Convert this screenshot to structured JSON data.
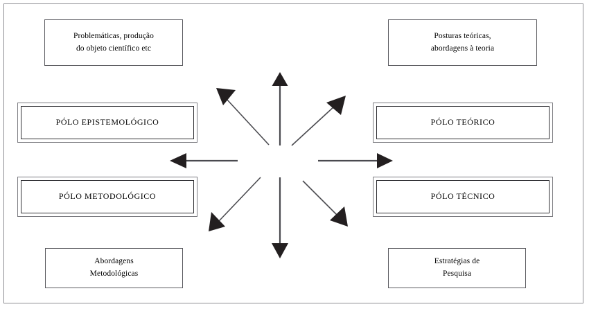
{
  "figure": {
    "type": "radial-concept-diagram",
    "description": "Four-pole research methodology diagram with eight radiating arrows",
    "frame_color": "#8d8d92",
    "box_border_color": "#5a5a5f",
    "pole_outer_border_color": "#7b7b80",
    "pole_inner_border_color": "#2f2f33",
    "arrow_color": "#231f20",
    "background": "#ffffff"
  },
  "caption_boxes": [
    {
      "id": "epistemological-caption",
      "text": "Problemáticas, produção\ndo objeto científico etc",
      "position": "top-left"
    },
    {
      "id": "theoretical-caption",
      "text": "Posturas teóricas,\nabordagens à teoria",
      "position": "top-right"
    },
    {
      "id": "methodological-caption",
      "text": "Abordagens\nMetodológicas",
      "position": "bottom-left"
    },
    {
      "id": "technical-caption",
      "text": "Estratégias de\nPesquisa",
      "position": "bottom-right"
    }
  ],
  "pole_boxes": [
    {
      "id": "pole-epistemological",
      "text": "PÓLO EPISTEMOLÓGICO",
      "position": "middle-left-upper"
    },
    {
      "id": "pole-theoretical",
      "text": "PÓLO TEÓRICO",
      "position": "middle-right-upper"
    },
    {
      "id": "pole-methodological",
      "text": "PÓLO METODOLÓGICO",
      "position": "middle-left-lower"
    },
    {
      "id": "pole-technical",
      "text": "PÓLO TÉCNICO",
      "position": "middle-right-lower"
    }
  ],
  "arrows": [
    {
      "id": "arrow-up",
      "direction": "up",
      "points_to": "top-center"
    },
    {
      "id": "arrow-down",
      "direction": "down",
      "points_to": "bottom-center"
    },
    {
      "id": "arrow-left",
      "direction": "left",
      "points_to": "pole-methodological-epistemological-gap"
    },
    {
      "id": "arrow-right",
      "direction": "right",
      "points_to": "pole-theoretical-technical-gap"
    },
    {
      "id": "arrow-up-left",
      "direction": "up-left",
      "points_to": "pole-epistemological"
    },
    {
      "id": "arrow-up-right",
      "direction": "up-right",
      "points_to": "pole-theoretical"
    },
    {
      "id": "arrow-down-left",
      "direction": "down-left",
      "points_to": "pole-methodological"
    },
    {
      "id": "arrow-down-right",
      "direction": "down-right",
      "points_to": "pole-technical"
    }
  ]
}
